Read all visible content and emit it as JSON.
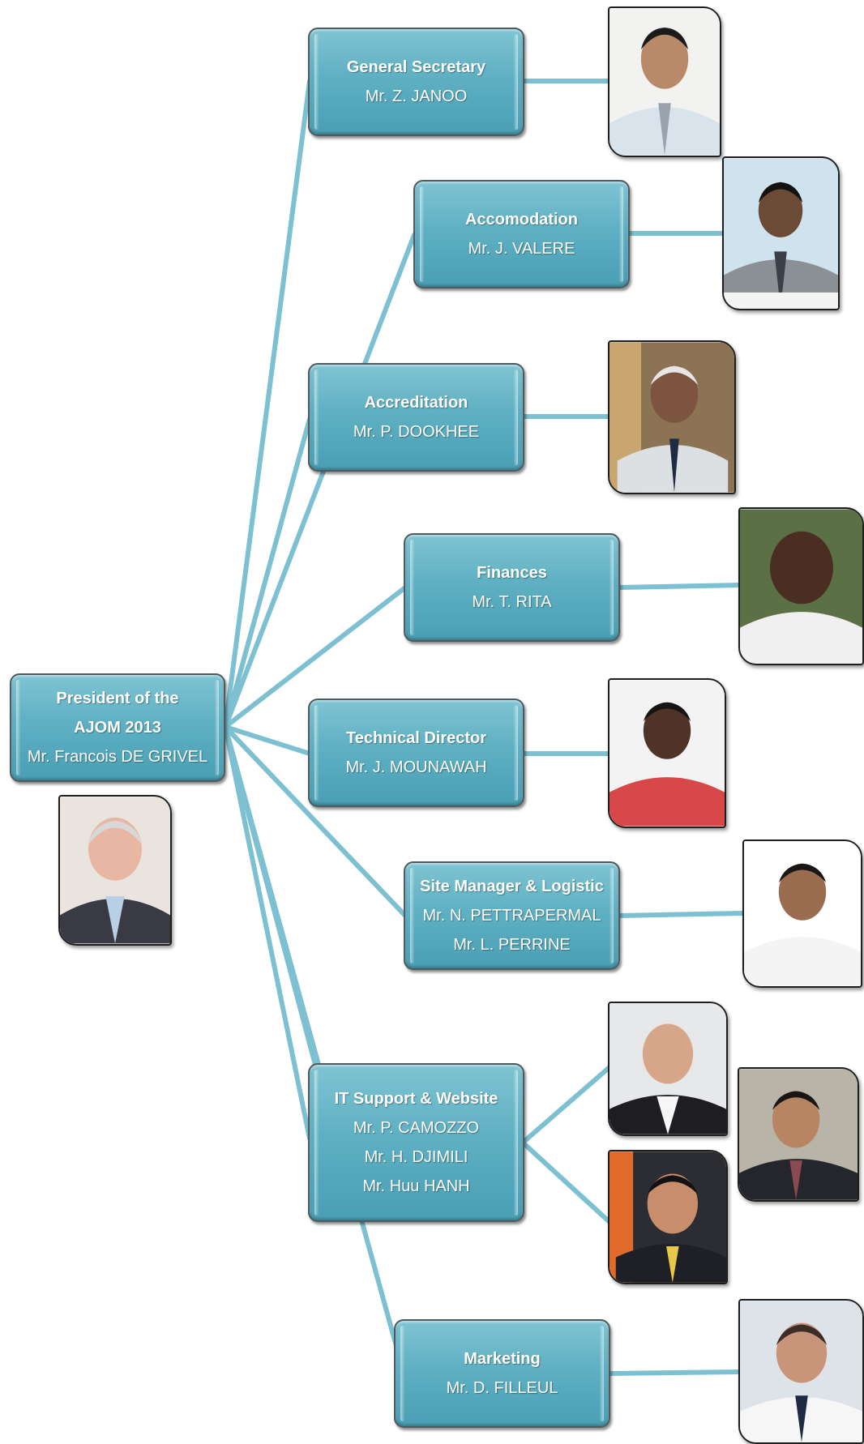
{
  "president": {
    "title_line1": "President of the",
    "title_line2": "AJOM 2013",
    "name": "Mr. Francois DE GRIVEL"
  },
  "roles": [
    {
      "title": "General Secretary",
      "names": [
        "Mr. Z. JANOO"
      ]
    },
    {
      "title": "Accomodation",
      "names": [
        "Mr. J. VALERE"
      ]
    },
    {
      "title": "Accreditation",
      "names": [
        "Mr. P. DOOKHEE"
      ]
    },
    {
      "title": "Finances",
      "names": [
        "Mr. T. RITA"
      ]
    },
    {
      "title": "Technical Director",
      "names": [
        "Mr. J. MOUNAWAH"
      ]
    },
    {
      "title": "Site Manager & Logistic",
      "names": [
        "Mr.  N. PETTRAPERMAL",
        "Mr. L. PERRINE"
      ]
    },
    {
      "title": "IT Support & Website",
      "names": [
        "Mr. P. CAMOZZO",
        "Mr. H. DJIMILI",
        "Mr. Huu HANH"
      ]
    },
    {
      "title": "Marketing",
      "names": [
        "Mr. D. FILLEUL"
      ]
    }
  ],
  "colors": {
    "box_fill": "#5fb0c3",
    "connector": "#7cc0d2",
    "box_border": "#4f5a5e",
    "text": "#ffffff"
  },
  "icons": {
    "portrait": "person-portrait-icon"
  }
}
